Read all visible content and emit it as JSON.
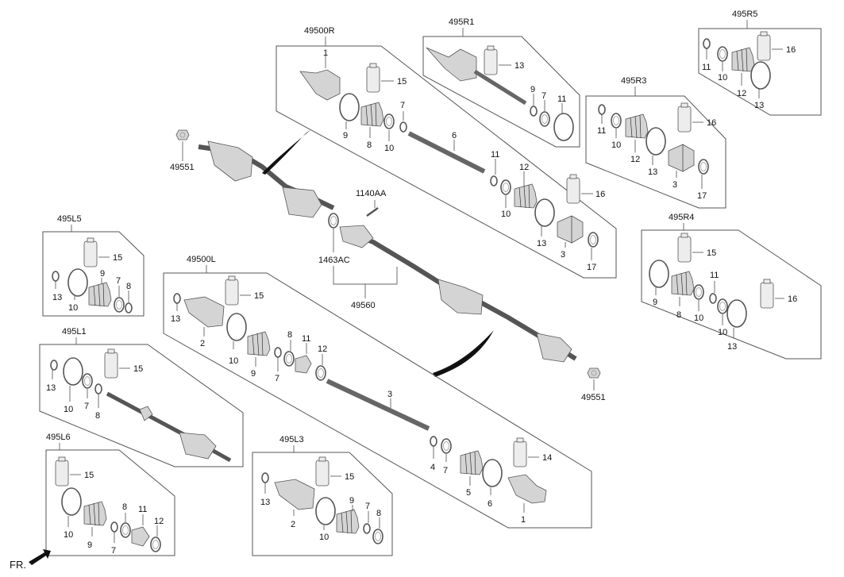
{
  "diagram": {
    "direction_label": "FR.",
    "groups": {
      "g49500R": "49500R",
      "g495R1": "495R1",
      "g495R5": "495R5",
      "g495R3": "495R3",
      "g495R4": "495R4",
      "g495L5": "495L5",
      "g49500L": "49500L",
      "g495L1": "495L1",
      "g495L6": "495L6",
      "g495L3": "495L3"
    },
    "callouts": {
      "c49551a": "49551",
      "c49551b": "49551",
      "c1140AA": "1140AA",
      "c1463AC": "1463AC",
      "c49560": "49560"
    },
    "parts": {
      "n1": "1",
      "n2": "2",
      "n3": "3",
      "n4": "4",
      "n5": "5",
      "n6": "6",
      "n7": "7",
      "n8": "8",
      "n9": "9",
      "n10": "10",
      "n11": "11",
      "n12": "12",
      "n13": "13",
      "n14": "14",
      "n15": "15",
      "n16": "16",
      "n17": "17"
    }
  }
}
